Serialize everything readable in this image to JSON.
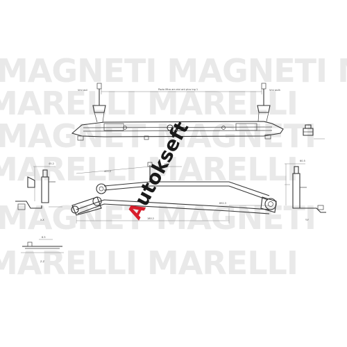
{
  "watermark": {
    "rows": [
      "MAGNETI MAGNETI MAGNETI",
      "MARELLI MARELLI",
      "MAGNET MAGNETI",
      "MARELLI MARELLI",
      "MAGNET MAGNETI",
      "MARELLI MARELLI"
    ],
    "color": "#e9e9e9"
  },
  "brand": {
    "text": "Autokseft",
    "a_color": "#d81e2c",
    "rest_color": "#1a1a1a"
  },
  "labels": {
    "top_left_note": "Vmi asil",
    "top_right_note": "Vmi asilh",
    "top_center_note": "Pozio Mtro am eixi ant plus ing 1",
    "arm_dim_1": "400.2",
    "arm_dim_2": "150",
    "arm_dim_3": "180.2",
    "arm_dim_4": "892.3",
    "side_left_dim": "45.2",
    "side_right_dim": "60.5",
    "detail_left_label": "X-X",
    "detail_right_label": "Y-Y",
    "small_detail_label": "Z-Z",
    "small_dim": "8.5"
  }
}
